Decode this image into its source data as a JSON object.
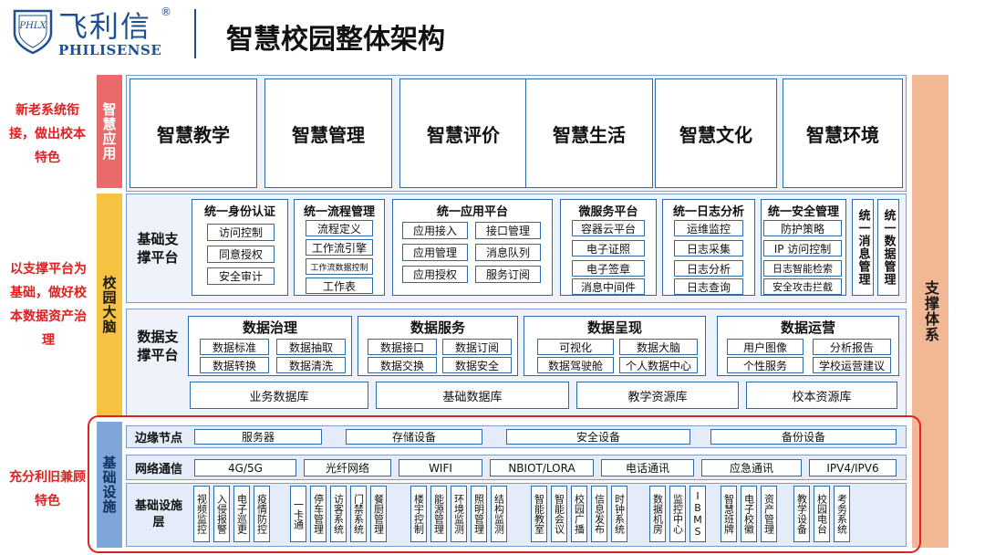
{
  "header": {
    "logo_mark": "PHLX",
    "brand_cn": "飞利信",
    "brand_reg": "®",
    "brand_en": "PHILISENSE",
    "title": "智慧校园整体架构"
  },
  "left_notes": {
    "top": "新老系统衔接，做出校本特色",
    "middle": "以支撑平台为基础，做好校本数据资产治理",
    "bottom": "充分利旧兼顾特色"
  },
  "layers": {
    "app": "智慧应用",
    "brain": "校园大脑",
    "infra": "基础设施",
    "support": "支撑体系"
  },
  "apps": [
    "智慧教学",
    "智慧管理",
    "智慧评价",
    "智慧生活",
    "智慧文化",
    "智慧环境"
  ],
  "base_platform": {
    "label": "基础支撑平台",
    "groups": [
      {
        "title": "统一身份认证",
        "items": [
          "访问控制",
          "同意授权",
          "安全审计"
        ]
      },
      {
        "title": "统一流程管理",
        "items": [
          "流程定义",
          "工作流引擎",
          "工作流数据控制",
          "工作表"
        ]
      },
      {
        "title": "统一应用平台",
        "items": [
          "应用接入",
          "接口管理",
          "应用管理",
          "消息队列",
          "应用授权",
          "服务订阅"
        ]
      },
      {
        "title": "微服务平台",
        "items": [
          "容器云平台",
          "电子证照",
          "电子签章",
          "消息中间件"
        ]
      },
      {
        "title": "统一日志分析",
        "items": [
          "运维监控",
          "日志采集",
          "日志分析",
          "日志查询"
        ]
      },
      {
        "title": "统一安全管理",
        "items": [
          "防护策略",
          "IP 访问控制",
          "日志智能检索",
          "安全攻击拦截"
        ]
      }
    ],
    "tall1": "统一消息管理",
    "tall2": "统一数据管理"
  },
  "data_platform": {
    "label": "数据支撑平台",
    "groups": [
      {
        "title": "数据治理",
        "items": [
          "数据标准",
          "数据抽取",
          "数据转换",
          "数据清洗"
        ]
      },
      {
        "title": "数据服务",
        "items": [
          "数据接口",
          "数据订阅",
          "数据交换",
          "数据安全"
        ]
      },
      {
        "title": "数据呈现",
        "items": [
          "可视化",
          "数据大脑",
          "数据驾驶舱",
          "个人数据中心"
        ]
      },
      {
        "title": "数据运营",
        "items": [
          "用户图像",
          "分析报告",
          "个性服务",
          "学校运营建议"
        ]
      }
    ],
    "dbs": [
      "业务数据库",
      "基础数据库",
      "教学资源库",
      "校本资源库"
    ]
  },
  "edge": {
    "label": "边缘节点",
    "items": [
      "服务器",
      "存储设备",
      "安全设备",
      "备份设备"
    ]
  },
  "network": {
    "label": "网络通信",
    "items": [
      "4G/5G",
      "光纤网络",
      "WIFI",
      "NBIOT/LORA",
      "电话通讯",
      "应急通讯",
      "IPV4/IPV6"
    ]
  },
  "facility": {
    "label": "基础设施层",
    "groups": [
      [
        "视频监控",
        "入侵报警",
        "电子巡更",
        "疫情防控"
      ],
      [
        "一卡通",
        "停车管理",
        "访客系统",
        "门禁系统",
        "餐厨管理"
      ],
      [
        "楼宇控制",
        "能源管理",
        "环境监测",
        "照明管理",
        "结构监测"
      ],
      [
        "智能教室",
        "智能会议",
        "校园广播",
        "信息发布",
        "时钟系统"
      ],
      [
        "数据机房",
        "监控中心",
        "IBMS"
      ],
      [
        "智慧班牌",
        "电子校徽",
        "资产管理"
      ],
      [
        "教学设备",
        "校园电台",
        "考务系统"
      ]
    ]
  },
  "colors": {
    "accent_blue": "#2f6aa8",
    "red": "#e02020",
    "app_bar": "#e86a6a",
    "brain_bar": "#f5c242",
    "infra_bar": "#7ea6d8",
    "support_bar": "#f2b896"
  }
}
